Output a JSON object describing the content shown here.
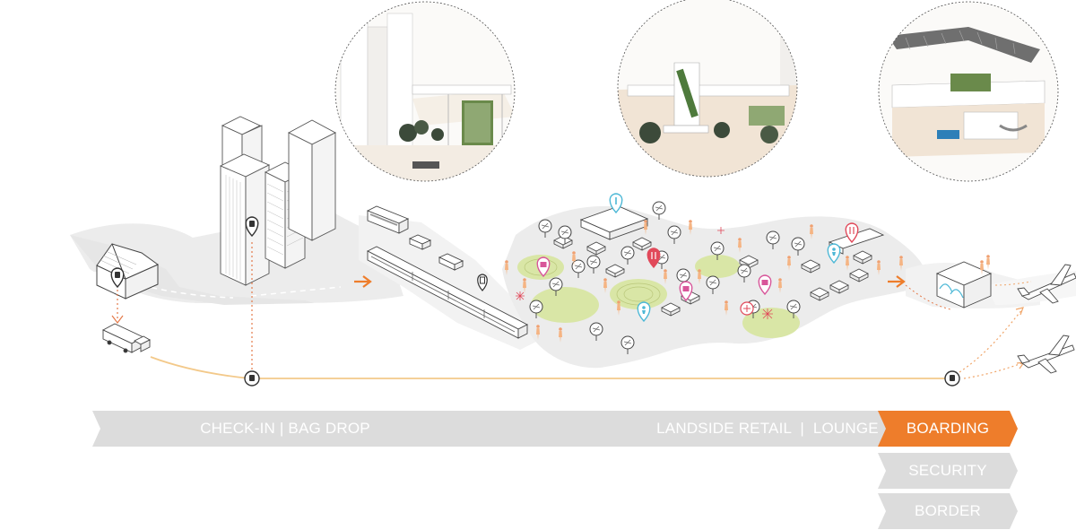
{
  "stages": {
    "checkin": "CHECK-IN | BAG DROP",
    "landside": "LANDSIDE RETAIL  |  LOUNGE",
    "boarding": "BOARDING",
    "security": "SECURITY",
    "border": "BORDER"
  },
  "colors": {
    "accent": "#ee7d2b",
    "stage_bar": "#dcdcdc",
    "ground": "#ececec",
    "ground_light": "#f3f3f3",
    "route_line": "#f3c98a",
    "lawn": "#d9e6a6",
    "marker_dark": "#333333",
    "marker_pink": "#d8569a",
    "marker_red": "#e1495a",
    "marker_cyan": "#4db8d6"
  },
  "icons": [
    "luggage-marker-icon",
    "shop-marker-icon",
    "food-marker-icon",
    "info-marker-icon",
    "toilet-marker-icon",
    "airplane-icon",
    "bus-icon",
    "train-icon",
    "car-icon",
    "truck-icon",
    "tree-icon",
    "person-icon"
  ]
}
